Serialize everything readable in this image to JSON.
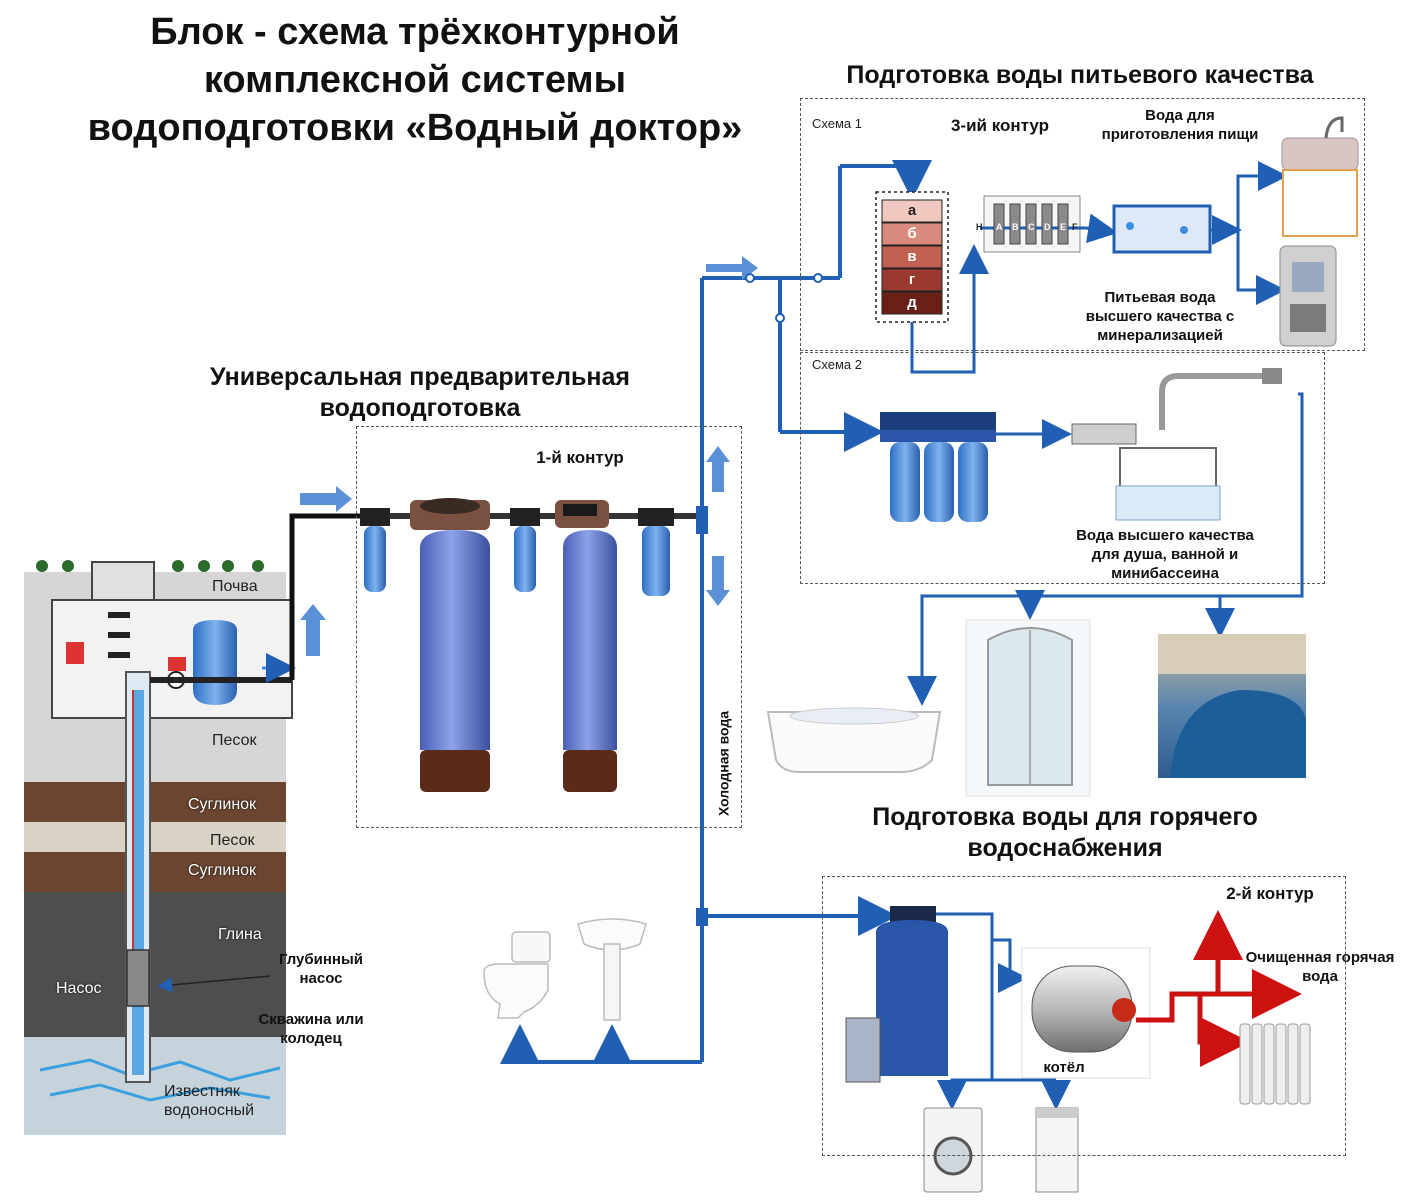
{
  "title": {
    "line1": "Блок -  схема трёхконтурной",
    "line2": "комплексной системы",
    "line3": "водоподготовки «Водный доктор»"
  },
  "sections": {
    "drinking": "Подготовка воды питьевого качества",
    "universal_line1": "Универсальная предварительная",
    "universal_line2": "водоподготовка",
    "hot_line1": "Подготовка воды для горячего",
    "hot_line2": "водоснабжения"
  },
  "contours": {
    "first": "1-й контур",
    "second": "2-й контур",
    "third": "3-ий контур"
  },
  "schemes": {
    "scheme1": "Схема  1",
    "scheme2": "Схема  2"
  },
  "labels": {
    "food_water_line1": "Вода для",
    "food_water_line2": "приготовления пищи",
    "drinking_water_line1": "Питьевая вода",
    "drinking_water_line2": "высшего качества с",
    "drinking_water_line3": "минерализацией",
    "shower_water_line1": "Вода высшего качества",
    "shower_water_line2": "для душа, ванной и",
    "shower_water_line3": "минибассеина",
    "cold_water": "Холодная вода",
    "hot_water_line1": "Очищенная горячая",
    "hot_water_line2": "вода",
    "boiler": "котёл",
    "deep_pump_line1": "Глубинный",
    "deep_pump_line2": "насос",
    "well_line1": "Скважина или",
    "well_line2": "колодец"
  },
  "soil_layers": {
    "soil": "Почва",
    "sand": "Песок",
    "loam1": "Суглинок",
    "sand2": "Песок",
    "loam2": "Суглинок",
    "clay": "Глина",
    "pump": "Насос",
    "limestone_line1": "Известняк",
    "limestone_line2": "водоносный"
  },
  "filter_stages": [
    "а",
    "б",
    "в",
    "г",
    "д"
  ],
  "ro_stages": [
    "H",
    "A",
    "B",
    "C",
    "D",
    "E",
    "F"
  ],
  "colors": {
    "pipe_blue": "#1f5fb4",
    "pipe_red": "#cc1111",
    "tank_blue": "#6e83d6",
    "arrow_blue": "#5b8fd6"
  }
}
